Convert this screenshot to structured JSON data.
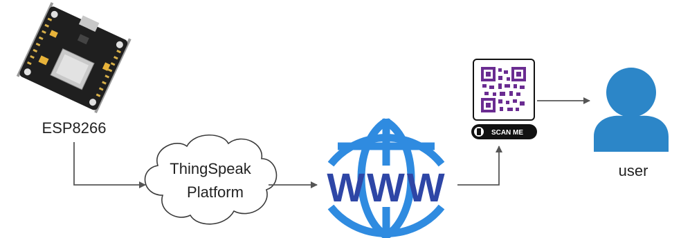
{
  "nodes": {
    "esp": {
      "label": "ESP8266"
    },
    "cloud": {
      "line1": "ThingSpeak",
      "line2": "Platform"
    },
    "www": {
      "label": "WWW"
    },
    "qr": {
      "caption": "SCAN ME"
    },
    "user": {
      "label": "user"
    }
  },
  "colors": {
    "arrow": "#555555",
    "board": "#1f1f1f",
    "globe": "#2f8be0",
    "www_text": "#2e46a6",
    "qr": "#6a2c91",
    "user": "#2c86c8"
  }
}
